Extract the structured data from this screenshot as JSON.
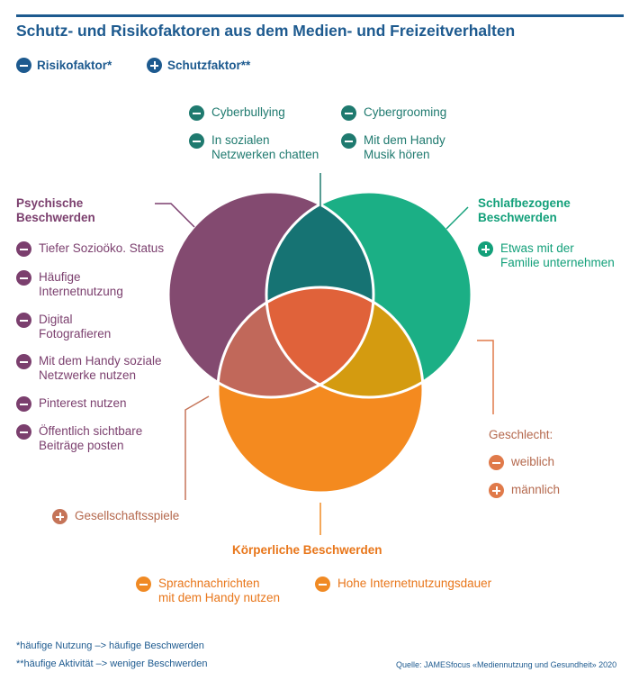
{
  "title": "Schutz- und Risikofaktoren aus dem Medien- und Freizeitverhalten",
  "legend": {
    "risk": "Risikofaktor*",
    "protect": "Schutzfaktor**"
  },
  "colors": {
    "purple": "#834a70",
    "green": "#1baf85",
    "orange": "#f48a1f",
    "teal_overlap": "#167373",
    "brownish_overlap": "#c1685a",
    "mustard_overlap": "#d49b10",
    "center": "#e0623a",
    "title_blue": "#1d5a8f"
  },
  "top_items": [
    {
      "text": "Cyberbullying",
      "kind": "minus"
    },
    {
      "text": "Cybergrooming",
      "kind": "minus"
    },
    {
      "text": "In sozialen\nNetzwerken chatten",
      "kind": "minus"
    },
    {
      "text": "Mit dem Handy\nMusik hören",
      "kind": "minus"
    }
  ],
  "psych": {
    "heading": "Psychische\nBeschwerden",
    "items": [
      {
        "text": "Tiefer Sozioöko. Status",
        "kind": "minus"
      },
      {
        "text": "Häufige\nInternetnutzung",
        "kind": "minus"
      },
      {
        "text": "Digital\nFotografieren",
        "kind": "minus"
      },
      {
        "text": "Mit dem Handy soziale\nNetzwerke nutzen",
        "kind": "minus"
      },
      {
        "text": "Pinterest nutzen",
        "kind": "minus"
      },
      {
        "text": "Öffentlich sichtbare\nBeiträge posten",
        "kind": "minus"
      }
    ]
  },
  "sleep": {
    "heading": "Schlafbezogene\nBeschwerden",
    "items": [
      {
        "text": "Etwas mit der\nFamilie unternehmen",
        "kind": "plus"
      }
    ]
  },
  "gender": {
    "heading": "Geschlecht:",
    "items": [
      {
        "text": "weiblich",
        "kind": "minus"
      },
      {
        "text": "männlich",
        "kind": "plus"
      }
    ]
  },
  "games": {
    "text": "Gesellschaftsspiele",
    "kind": "plus"
  },
  "body": {
    "heading": "Körperliche Beschwerden",
    "items": [
      {
        "text": "Sprachnachrichten\nmit dem Handy nutzen",
        "kind": "minus"
      },
      {
        "text": "Hohe Internetnutzungsdauer",
        "kind": "minus"
      }
    ]
  },
  "footnotes": {
    "one": "*häufige Nutzung  –>  häufige Beschwerden",
    "two": "**häufige Aktivität  –>  weniger Beschwerden"
  },
  "source": "Quelle: JAMESfocus «Mediennutzung und Gesundheit» 2020"
}
